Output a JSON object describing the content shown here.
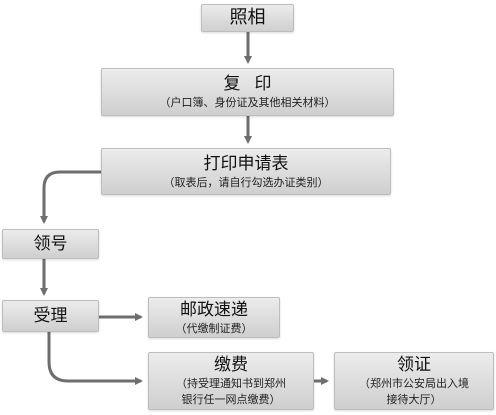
{
  "colors": {
    "box_fill": "#dcdcdc",
    "line": "#6e6e6e",
    "text": "#111111"
  },
  "nodes": {
    "photo": {
      "title": "照相"
    },
    "copy": {
      "title": "复印",
      "note": "（户口簿、身份证及其他相关材料）"
    },
    "print": {
      "title": "打印申请表",
      "note": "（取表后，请自行勾选办证类别）"
    },
    "number": {
      "title": "领号"
    },
    "accept": {
      "title": "受理"
    },
    "post": {
      "title": "邮政速递",
      "note": "（代缴制证费）"
    },
    "pay": {
      "title": "缴费",
      "note": "（持受理通知书到郑州",
      "note2": "银行任一网点缴费）"
    },
    "collect": {
      "title": "领证",
      "note": "（郑州市公安局出入境",
      "note2": "接待大厅）"
    }
  }
}
